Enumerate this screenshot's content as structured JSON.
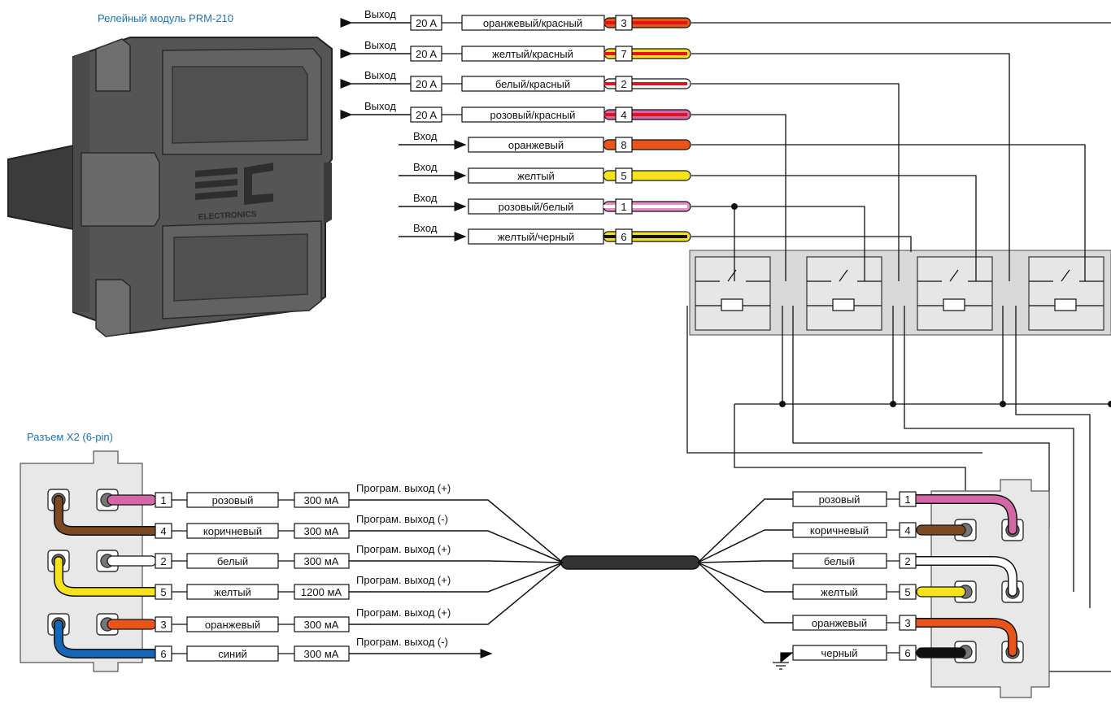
{
  "captions": {
    "module": "Релейный модуль PRM-210",
    "connector": "Разъем  X2 (6-pin)"
  },
  "logo": {
    "text": "ELECTRONICS"
  },
  "relay_outputs": [
    {
      "dir": "Выход",
      "amp": "20 A",
      "color": "оранжевый/красный",
      "pin": "3",
      "wire": [
        "#e05a12",
        "#e3131b"
      ]
    },
    {
      "dir": "Выход",
      "amp": "20 A",
      "color": "желтый/красный",
      "pin": "7",
      "wire": [
        "#f4e21a",
        "#e3131b"
      ]
    },
    {
      "dir": "Выход",
      "amp": "20 A",
      "color": "белый/красный",
      "pin": "2",
      "wire": [
        "#ffffff",
        "#e3131b"
      ]
    },
    {
      "dir": "Выход",
      "amp": "20 A",
      "color": "розовый/красный",
      "pin": "4",
      "wire": [
        "#d467a8",
        "#e3131b"
      ]
    }
  ],
  "relay_inputs": [
    {
      "dir": "Вход",
      "color": "оранжевый",
      "pin": "8",
      "wire": [
        "#e9541a",
        "#e9541a"
      ]
    },
    {
      "dir": "Вход",
      "color": "желтый",
      "pin": "5",
      "wire": [
        "#f7e31c",
        "#f7e31c"
      ]
    },
    {
      "dir": "Вход",
      "color": "розовый/белый",
      "pin": "1",
      "wire": [
        "#e58fc5",
        "#ffffff"
      ]
    },
    {
      "dir": "Вход",
      "color": "желтый/черный",
      "pin": "6",
      "wire": [
        "#f4e21a",
        "#111111"
      ]
    }
  ],
  "connector_left": [
    {
      "pin": "1",
      "color": "розовый",
      "current": "300 мА",
      "function": "Програм. выход (+)",
      "hex": "#d467a8"
    },
    {
      "pin": "4",
      "color": "коричневый",
      "current": "300 мА",
      "function": "Програм. выход (-)",
      "hex": "#7b4a22"
    },
    {
      "pin": "2",
      "color": "белый",
      "current": "300 мА",
      "function": "Програм. выход (+)",
      "hex": "#ffffff"
    },
    {
      "pin": "5",
      "color": "желтый",
      "current": "1200 мА",
      "function": "Програм. выход (+)",
      "hex": "#f7e31c"
    },
    {
      "pin": "3",
      "color": "оранжевый",
      "current": "300 мА",
      "function": "Програм. выход (+)",
      "hex": "#e9541a"
    },
    {
      "pin": "6",
      "color": "синий",
      "current": "300 мА",
      "function": "Програм. выход (-)",
      "hex": "#1566b6"
    }
  ],
  "connector_right": [
    {
      "pin": "1",
      "color": "розовый",
      "hex": "#d467a8"
    },
    {
      "pin": "4",
      "color": "коричневый",
      "hex": "#7b4a22"
    },
    {
      "pin": "2",
      "color": "белый",
      "hex": "#ffffff"
    },
    {
      "pin": "5",
      "color": "желтый",
      "hex": "#f7e31c"
    },
    {
      "pin": "3",
      "color": "оранжевый",
      "hex": "#e9541a"
    },
    {
      "pin": "6",
      "color": "черный",
      "hex": "#111111"
    }
  ]
}
